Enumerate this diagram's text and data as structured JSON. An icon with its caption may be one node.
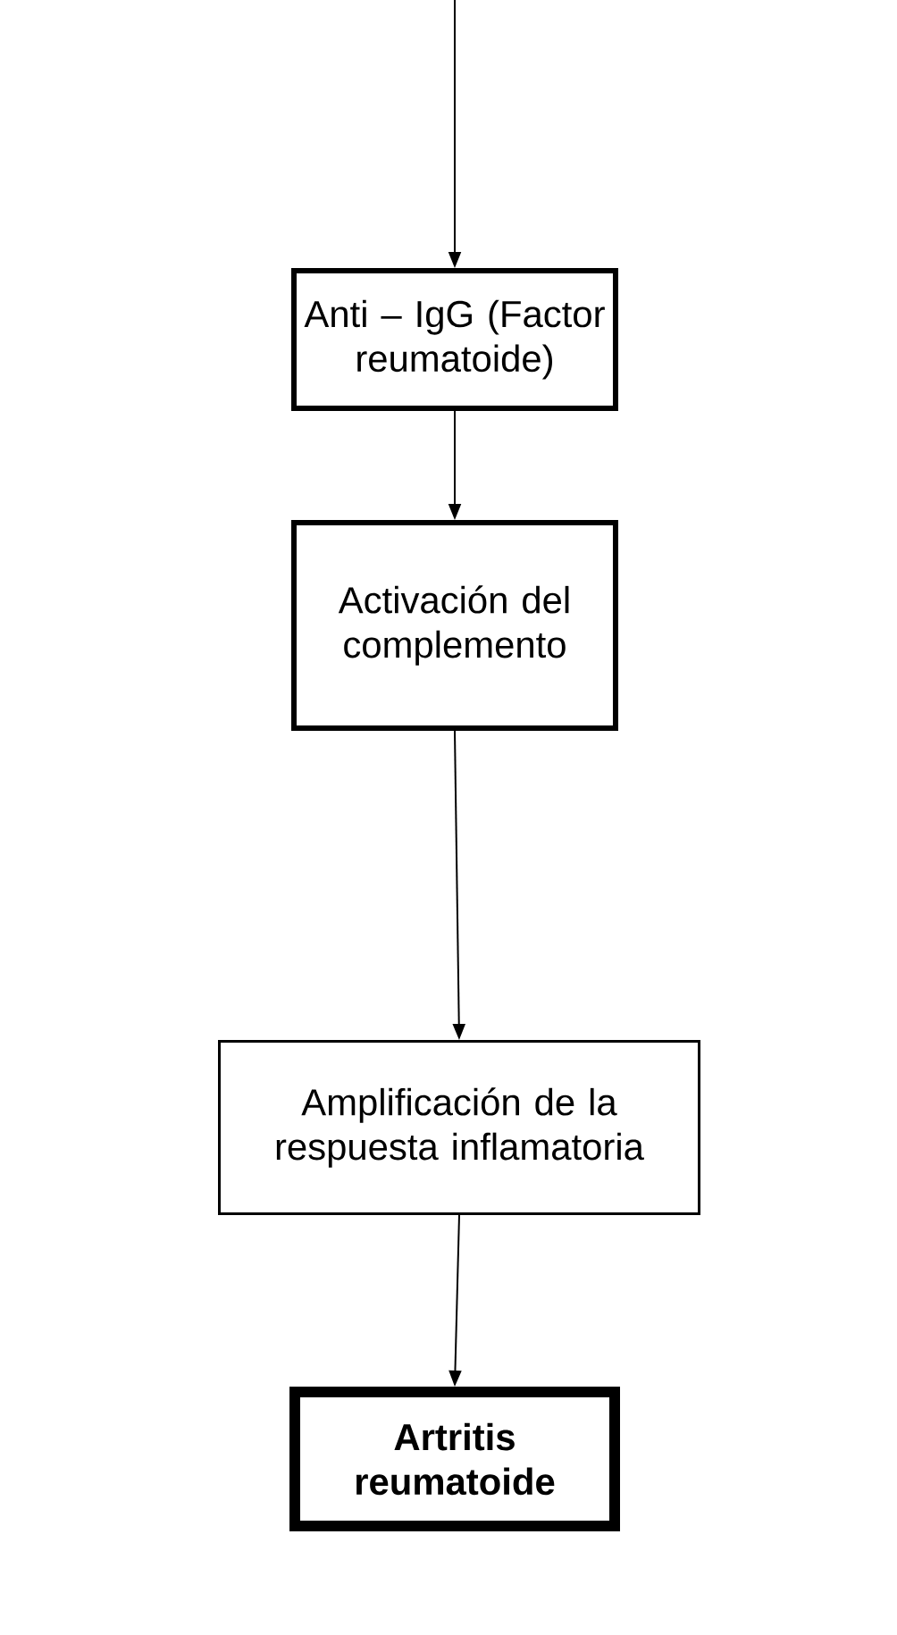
{
  "diagram": {
    "nodes": [
      {
        "text": [
          "Anti – IgG (Factor reumatoide)"
        ]
      },
      {
        "text": [
          "Activación del complemento"
        ]
      },
      {
        "text": [
          "Amplificación de la respuesta inflamatoria"
        ]
      },
      {
        "text": [
          "Artritis reumatoide"
        ]
      }
    ],
    "edges": [
      {
        "from": null,
        "to": 0,
        "arrow": "to"
      },
      {
        "from": 0,
        "to": 1,
        "arrow": "to"
      },
      {
        "from": 1,
        "to": 2,
        "arrow": "to"
      },
      {
        "from": 2,
        "to": 3,
        "arrow": "to"
      }
    ]
  }
}
